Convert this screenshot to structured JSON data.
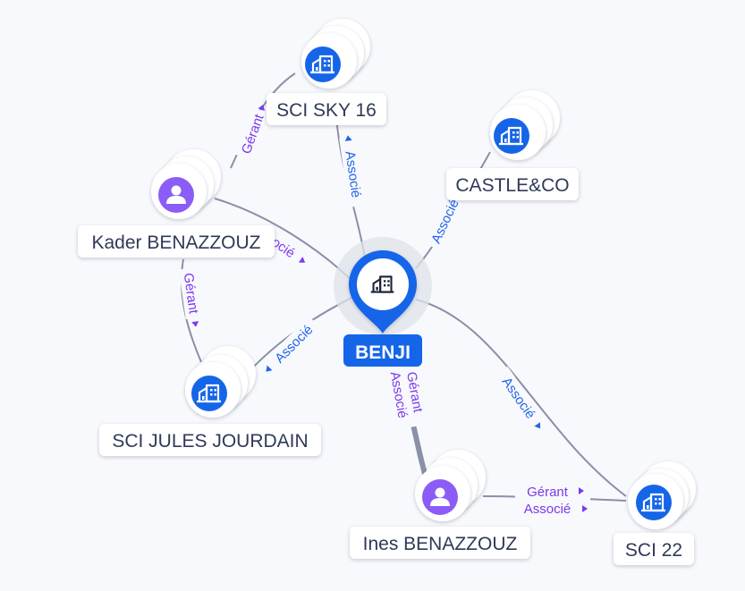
{
  "colors": {
    "company": "#1565e8",
    "person": "#8b5cf6",
    "edge_line": "#8a90a8",
    "associe_label": "#2563eb",
    "gerant_label": "#7c3aed",
    "center_pin": "#1565e8",
    "center_label_bg": "#1565e8"
  },
  "center": {
    "name": "BENJI",
    "icon": "building-icon"
  },
  "nodes": {
    "sci_sky_16": {
      "name": "SCI SKY 16",
      "kind": "company",
      "icon": "building-icon"
    },
    "castle_co": {
      "name": "CASTLE&CO",
      "kind": "company",
      "icon": "building-icon"
    },
    "kader": {
      "name": "Kader BENAZZOUZ",
      "kind": "person",
      "icon": "person-icon"
    },
    "sci_jules": {
      "name": "SCI JULES JOURDAIN",
      "kind": "company",
      "icon": "building-icon"
    },
    "ines": {
      "name": "Ines BENAZZOUZ",
      "kind": "person",
      "icon": "person-icon"
    },
    "sci_22": {
      "name": "SCI 22",
      "kind": "company",
      "icon": "building-icon"
    }
  },
  "edges": {
    "kader_sky_gerant": "Gérant",
    "kader_benji_associe": "Associé",
    "kader_jules_gerant": "Gérant",
    "benji_sky_associe": "Associé",
    "benji_castle_associe": "Associé",
    "benji_jules_associe": "Associé",
    "ines_benji_gerant": "Gérant",
    "ines_benji_associe": "Associé",
    "benji_sci22_associe": "Associé",
    "ines_sci22_gerant": "Gérant",
    "ines_sci22_associe": "Associé"
  }
}
